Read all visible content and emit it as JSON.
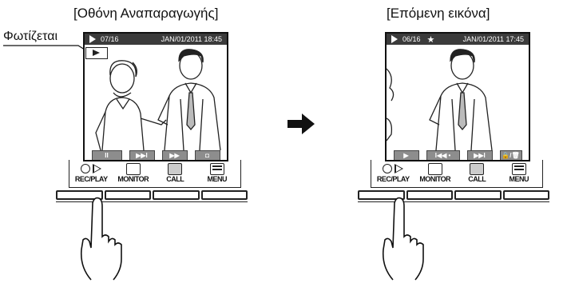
{
  "left_panel": {
    "caption": "[Οθόνη Αναπαραγωγής]",
    "callout": "Φωτίζεται",
    "screen": {
      "counter": "07/16",
      "datetime": "JAN/01/2011 18:45",
      "bottom_buttons": [
        "II",
        "▶▶I",
        "▶▶",
        "◘"
      ]
    },
    "buttons": [
      "REC/PLAY",
      "MONITOR",
      "CALL",
      "MENU"
    ]
  },
  "right_panel": {
    "caption": "[Επόμενη εικόνα]",
    "screen": {
      "counter": "06/16",
      "star": "★",
      "datetime": "JAN/01/2011 17:45",
      "bottom_buttons": [
        "▶",
        "I◀◀ •",
        "▶▶I",
        "🔒/🗑"
      ]
    },
    "buttons": [
      "REC/PLAY",
      "MONITOR",
      "CALL",
      "MENU"
    ]
  },
  "colors": {
    "bar": "#3b3b3b",
    "button": "#8d8d8d",
    "ink": "#111111"
  },
  "icons": [
    "play-icon",
    "star-icon",
    "camera-icon",
    "monitor-icon",
    "call-icon",
    "menu-icon",
    "hand-icon",
    "right-arrow-icon"
  ]
}
